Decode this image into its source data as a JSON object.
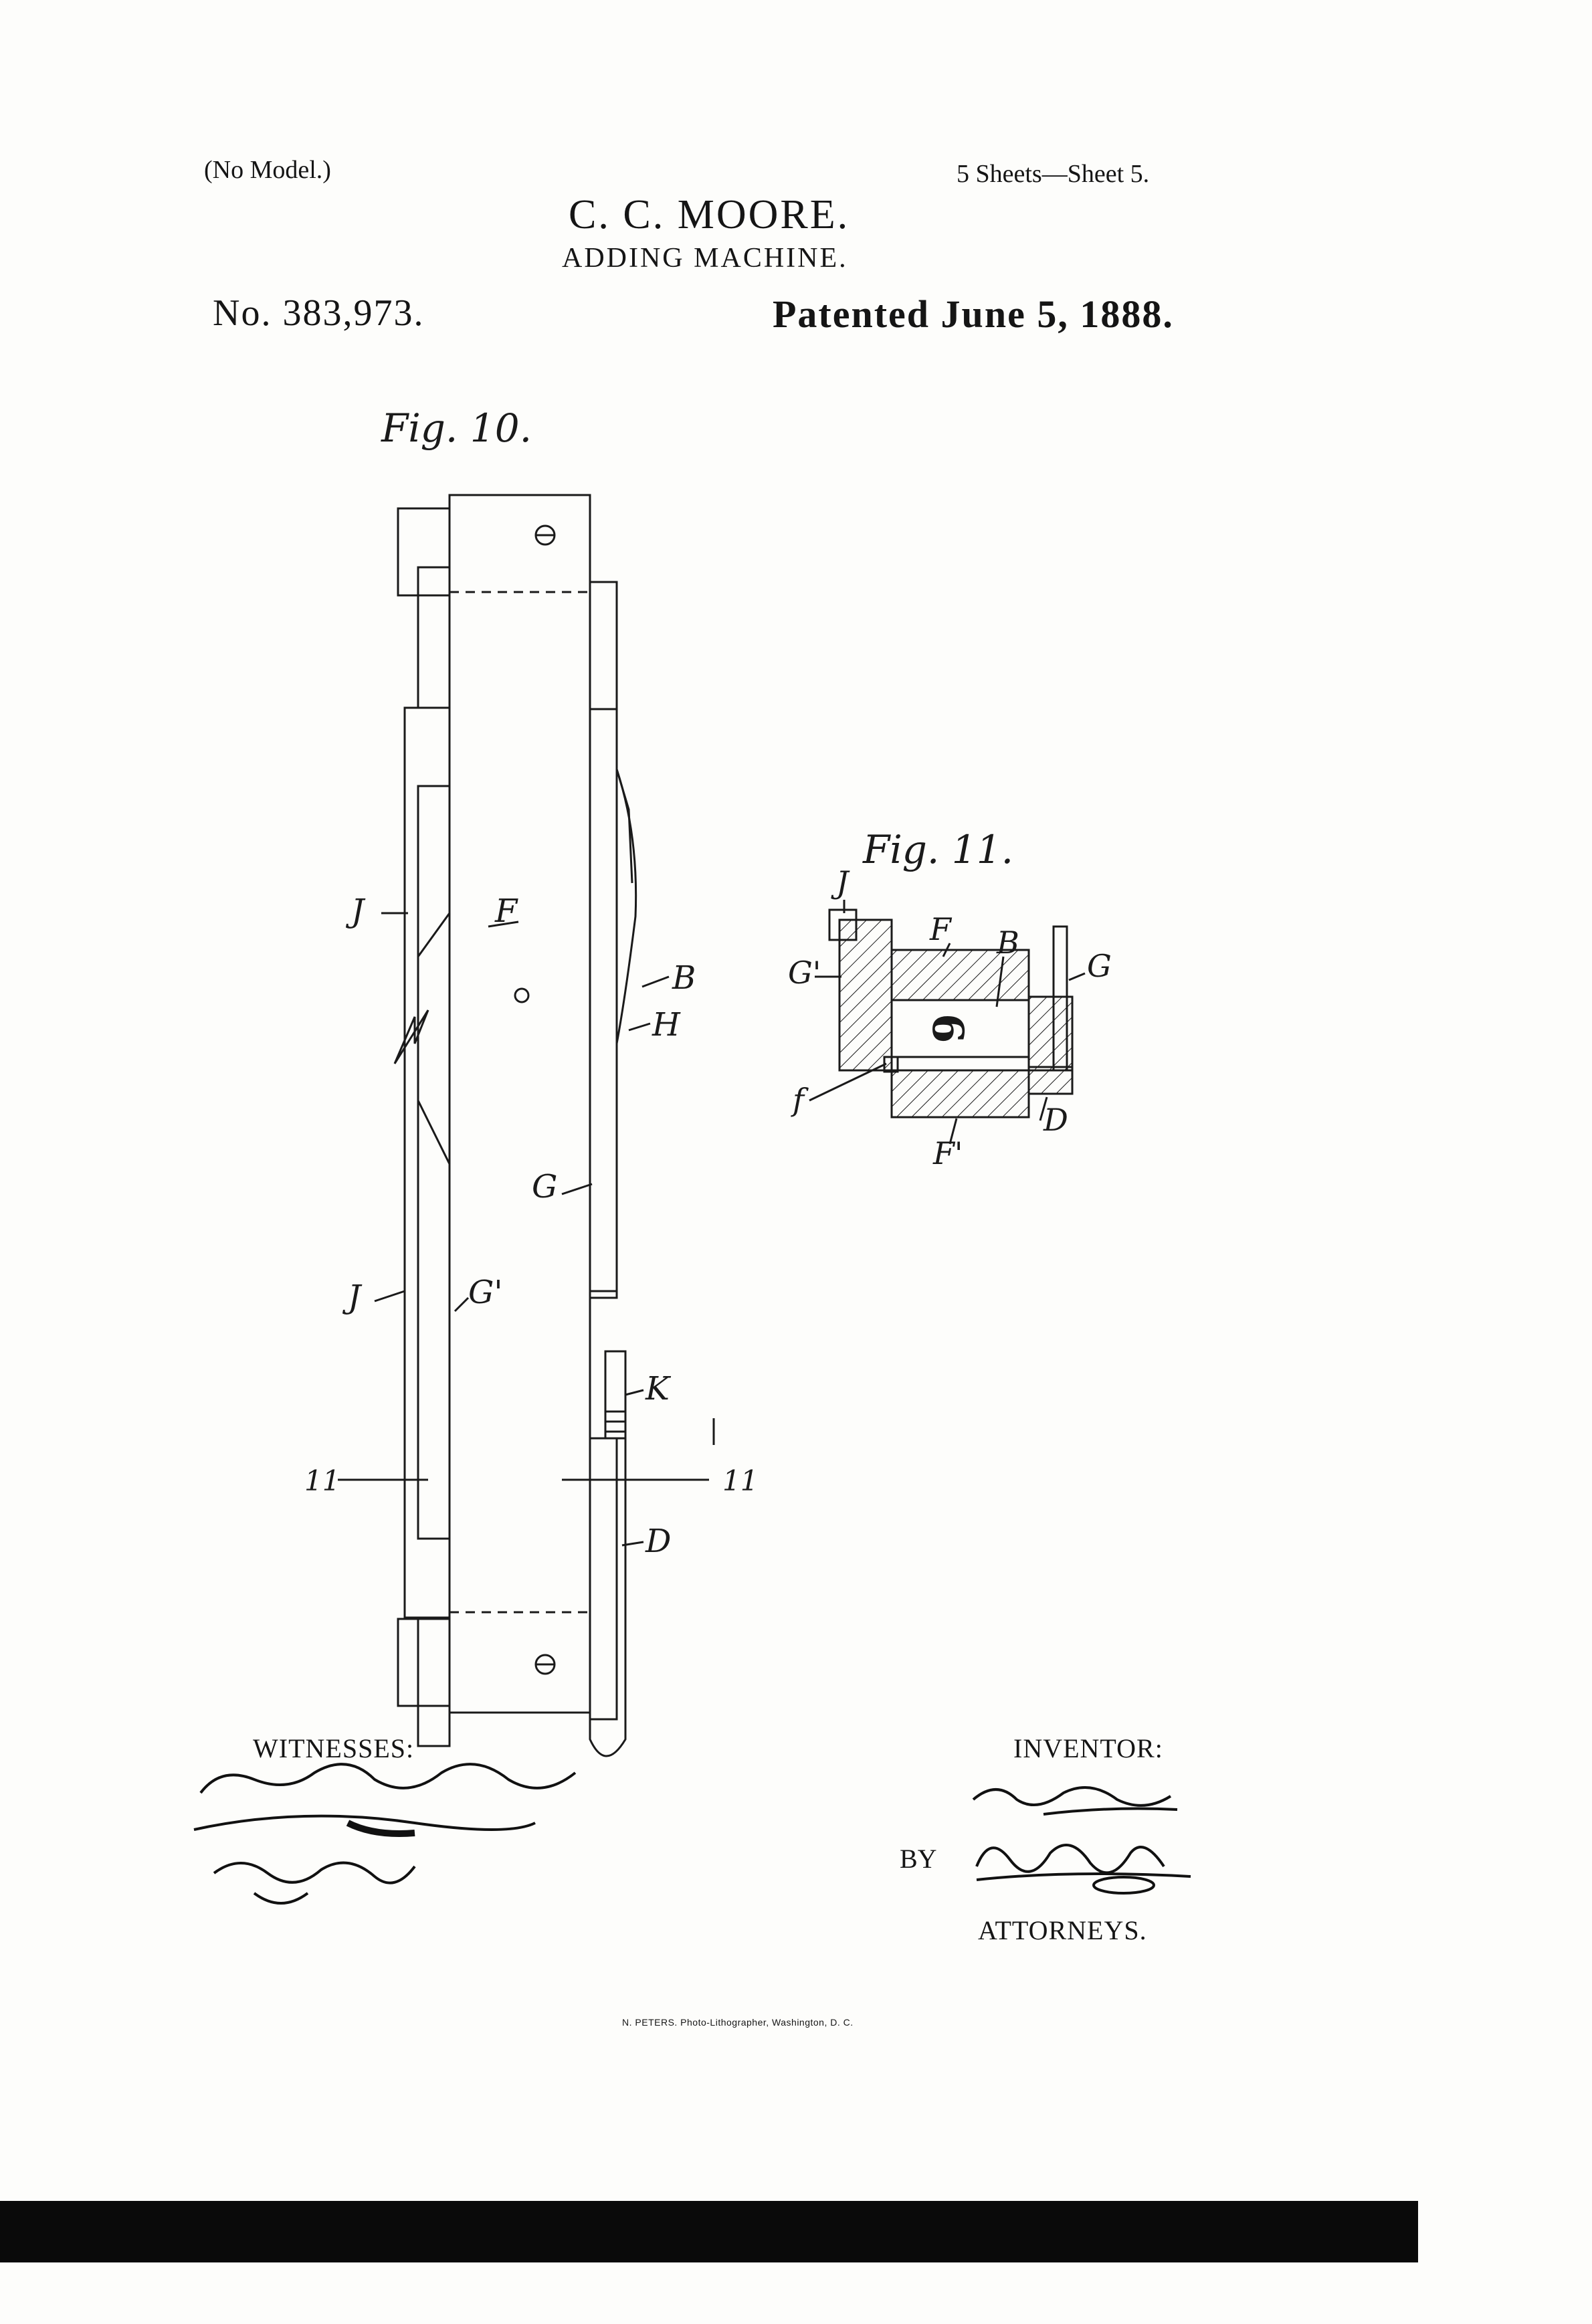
{
  "header": {
    "model_note": "(No Model.)",
    "sheets": "5 Sheets—Sheet 5.",
    "inventor_name": "C. C. MOORE.",
    "title": "ADDING MACHINE.",
    "patent_number": "No. 383,973.",
    "patent_date": "Patented June 5, 1888."
  },
  "figures": {
    "fig10": {
      "label": "Fig. 10.",
      "labels": [
        "J",
        "F",
        "B",
        "H",
        "G",
        "J",
        "G'",
        "K",
        "D"
      ],
      "section_markers": [
        "11",
        "11"
      ]
    },
    "fig11": {
      "label": "Fig. 11.",
      "labels": [
        "J",
        "F",
        "B",
        "G'",
        "G",
        "f",
        "F'",
        "D"
      ],
      "digit": "6"
    }
  },
  "footer": {
    "witnesses_label": "WITNESSES:",
    "witness_signatures": [
      "John H. Bleemer",
      "C. Sedgwick"
    ],
    "inventor_label": "INVENTOR:",
    "inventor_signature": "C. C. Moore",
    "by_label": "BY",
    "attorney_signature": "Munn & Co",
    "attorneys_label": "ATTORNEYS.",
    "lithographer": "N. PETERS. Photo-Lithographer, Washington, D. C."
  }
}
